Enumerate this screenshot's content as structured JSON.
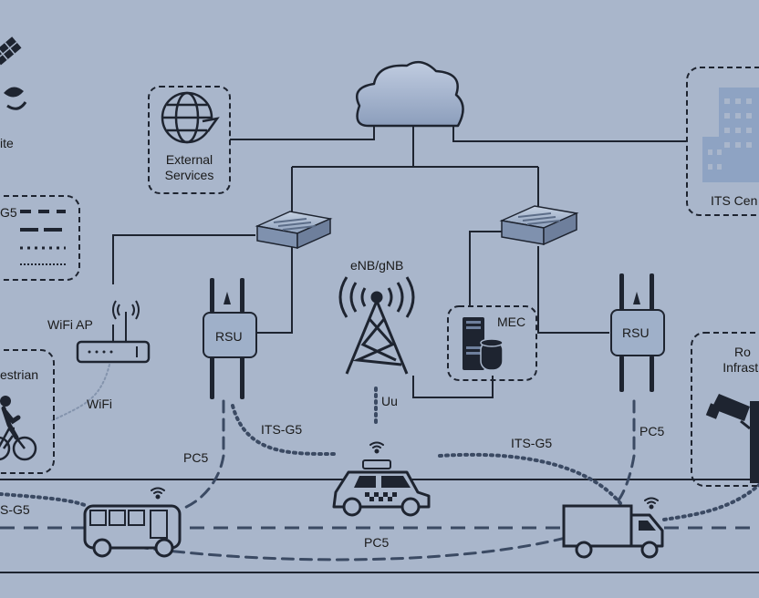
{
  "labels": {
    "satellite": "ite",
    "external_services_line1": "External",
    "external_services_line2": "Services",
    "its_center": "ITS Cen",
    "legend_g5": "G5",
    "wifi_ap": "WiFi AP",
    "pedestrian": "estrian",
    "wifi": "WiFi",
    "rsu_left": "RSU",
    "rsu_right": "RSU",
    "enb": "eNB/gNB",
    "mec": "MEC",
    "uu": "Uu",
    "road_infra_line1": "Ro",
    "road_infra_line2": "Infrastr",
    "its_g5_center": "ITS-G5",
    "its_g5_right": "ITS-G5",
    "its_g5_left": "S-G5",
    "pc5_left": "PC5",
    "pc5_right": "PC5",
    "pc5_bottom": "PC5"
  },
  "colors": {
    "background": "#a9b6cb",
    "line": "#1e2430",
    "link_dashed": "#3b4a63",
    "device_fill": "#9fb0c9",
    "building": "#8ea3c3"
  },
  "icons": [
    "satellite-icon",
    "globe-icon",
    "cloud-icon",
    "building-icon",
    "switch-icon",
    "router-icon",
    "antenna-icon",
    "cell-tower-icon",
    "server-icon",
    "camera-icon",
    "cyclist-icon",
    "bus-icon",
    "taxi-icon",
    "truck-icon",
    "wifi-signal-icon"
  ]
}
